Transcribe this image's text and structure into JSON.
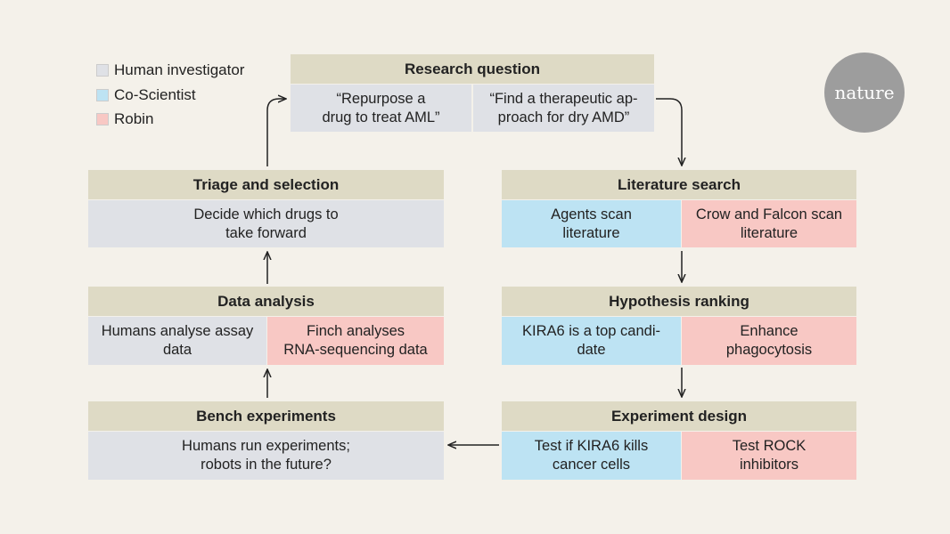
{
  "legend": [
    {
      "label": "Human investigator",
      "color": "#dfe1e6"
    },
    {
      "label": "Co-Scientist",
      "color": "#bde3f3"
    },
    {
      "label": "Robin",
      "color": "#f8c8c4"
    }
  ],
  "logo": "nature",
  "research_question": {
    "title": "Research question",
    "left": "“Repurpose a\ndrug to treat AML”",
    "right": "“Find a therapeutic ap-\nproach for dry AMD”"
  },
  "literature_search": {
    "title": "Literature search",
    "left": "Agents scan\nliterature",
    "right": "Crow and Falcon scan\nliterature"
  },
  "hypothesis_ranking": {
    "title": "Hypothesis ranking",
    "left": "KIRA6 is a top candi-\ndate",
    "right": "Enhance\nphagocytosis"
  },
  "experiment_design": {
    "title": "Experiment design",
    "left": "Test if KIRA6 kills\ncancer cells",
    "right": "Test ROCK\ninhibitors"
  },
  "bench_experiments": {
    "title": "Bench experiments",
    "body": "Humans run experiments;\nrobots in the future?"
  },
  "data_analysis": {
    "title": "Data analysis",
    "left": "Humans analyse assay\ndata",
    "right": "Finch analyses\nRNA-sequencing data"
  },
  "triage": {
    "title": "Triage and selection",
    "body": "Decide which drugs to\ntake forward"
  }
}
